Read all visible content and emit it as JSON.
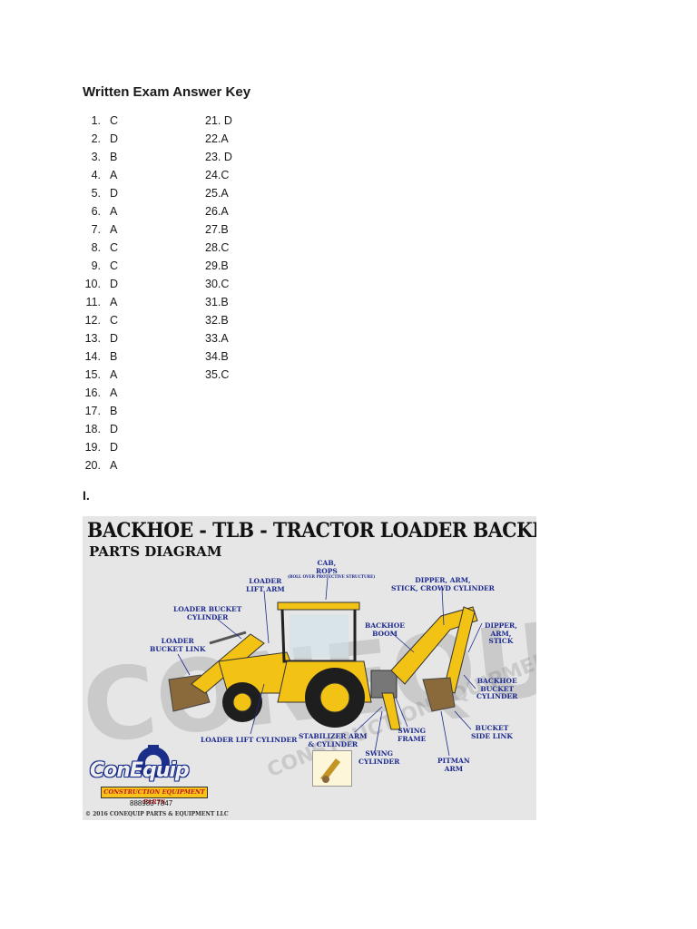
{
  "document": {
    "title": "Written Exam Answer Key",
    "section_label": "I."
  },
  "answers_col1": [
    {
      "num": "1.",
      "ans": "C"
    },
    {
      "num": "2.",
      "ans": "D"
    },
    {
      "num": "3.",
      "ans": "B"
    },
    {
      "num": "4.",
      "ans": "A"
    },
    {
      "num": "5.",
      "ans": "D"
    },
    {
      "num": "6.",
      "ans": "A"
    },
    {
      "num": "7.",
      "ans": "A"
    },
    {
      "num": "8.",
      "ans": "C"
    },
    {
      "num": "9.",
      "ans": "C"
    },
    {
      "num": "10.",
      "ans": "D"
    },
    {
      "num": "11.",
      "ans": "A"
    },
    {
      "num": "12.",
      "ans": "C"
    },
    {
      "num": "13.",
      "ans": "D"
    },
    {
      "num": "14.",
      "ans": "B"
    },
    {
      "num": "15.",
      "ans": "A"
    },
    {
      "num": "16.",
      "ans": "A"
    },
    {
      "num": "17.",
      "ans": "B"
    },
    {
      "num": "18.",
      "ans": "D"
    },
    {
      "num": "19.",
      "ans": "D"
    },
    {
      "num": "20.",
      "ans": "A"
    }
  ],
  "answers_col2": [
    "21. D",
    "22.A",
    "23. D",
    "24.C",
    "25.A",
    "26.A",
    "27.B",
    "28.C",
    "29.B",
    "30.C",
    "31.B",
    "32.B",
    "33.A",
    "34.B",
    "35.C"
  ],
  "diagram": {
    "title": "BACKHOE - TLB - TRACTOR LOADER BACKHOE",
    "subtitle": "PARTS DIAGRAM",
    "watermark_main": "CONEQUIP",
    "watermark_sub": "CONSTRUCTION EQUIPMENT PARTS",
    "labels": {
      "cab": "CAB,\nROPS",
      "rops_note": "(ROLL OVER PROTECTIVE STRUCTURE)",
      "loader_lift_arm": "LOADER\nLIFT ARM",
      "loader_bucket_cylinder": "LOADER BUCKET\nCYLINDER",
      "loader_bucket_link": "LOADER\nBUCKET LINK",
      "dipper_crowd": "DIPPER, ARM,\nSTICK, CROWD CYLINDER",
      "backhoe_boom": "BACKHOE\nBOOM",
      "dipper_arm_stick": "DIPPER,\nARM,\nSTICK",
      "backhoe_bucket_cylinder": "BACKHOE\nBUCKET\nCYLINDER",
      "bucket_side_link": "BUCKET\nSIDE LINK",
      "loader_lift_cylinder": "LOADER LIFT CYLINDER",
      "stabilizer": "STABILIZER ARM\n& CYLINDER",
      "swing_frame": "SWING\nFRAME",
      "swing_cylinder": "SWING\nCYLINDER",
      "pitman_arm": "PITMAN\nARM"
    },
    "logo": {
      "name": "ConEquip",
      "banner": "CONSTRUCTION EQUIPMENT PARTS",
      "phone": "888983-7847"
    },
    "copyright": "© 2016 CONEQUIP PARTS & EQUIPMENT LLC",
    "colors": {
      "machine_yellow": "#f2c314",
      "label_blue": "#1d2a8f",
      "background": "#e6e6e6"
    }
  }
}
